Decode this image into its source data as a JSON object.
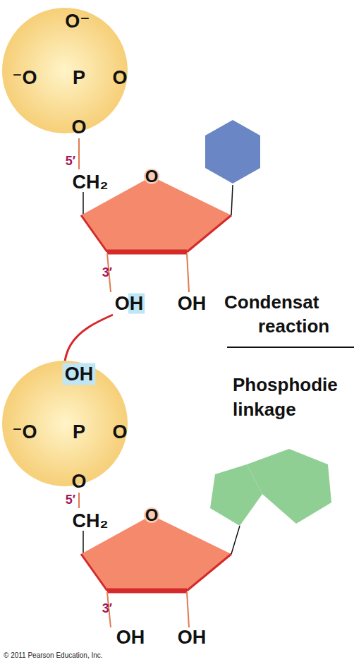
{
  "diagram": {
    "nodes": [
      {
        "text": [
          "O⁻",
          "⁻O",
          "P",
          "O",
          "O"
        ]
      },
      {
        "text": [
          "OH",
          "⁻O",
          "P",
          "O",
          "O"
        ]
      }
    ],
    "labels": [
      "5′",
      "CH₂",
      "O",
      "3′",
      "OH",
      "OH",
      "Condensat",
      "reaction",
      "Phosphodie",
      "linkage",
      "5′",
      "CH₂",
      "O",
      "3′",
      "OH",
      "OH",
      "© 2011 Pearson Education, Inc."
    ]
  }
}
